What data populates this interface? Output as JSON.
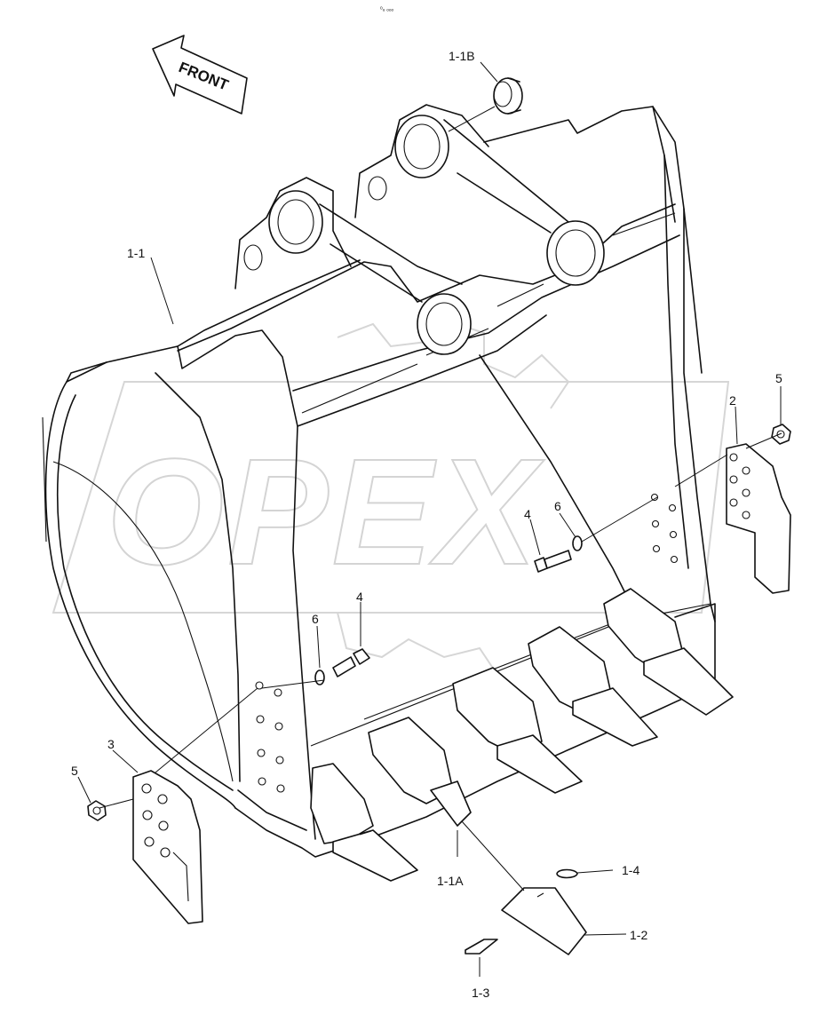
{
  "header_mark": "ᵒᵤ ₒₒₒ",
  "watermark": "OPEX",
  "front_arrow": {
    "label": "FRONT"
  },
  "callouts": {
    "c_1_1B": "1-1B",
    "c_1_1": "1-1",
    "c_2": "2",
    "c_5_right": "5",
    "c_4_right": "4",
    "c_6_right": "6",
    "c_4_left": "4",
    "c_6_left": "6",
    "c_3": "3",
    "c_5_left": "5",
    "c_1_1A": "1-1A",
    "c_1_4": "1-4",
    "c_1_2": "1-2",
    "c_1_3": "1-3"
  }
}
